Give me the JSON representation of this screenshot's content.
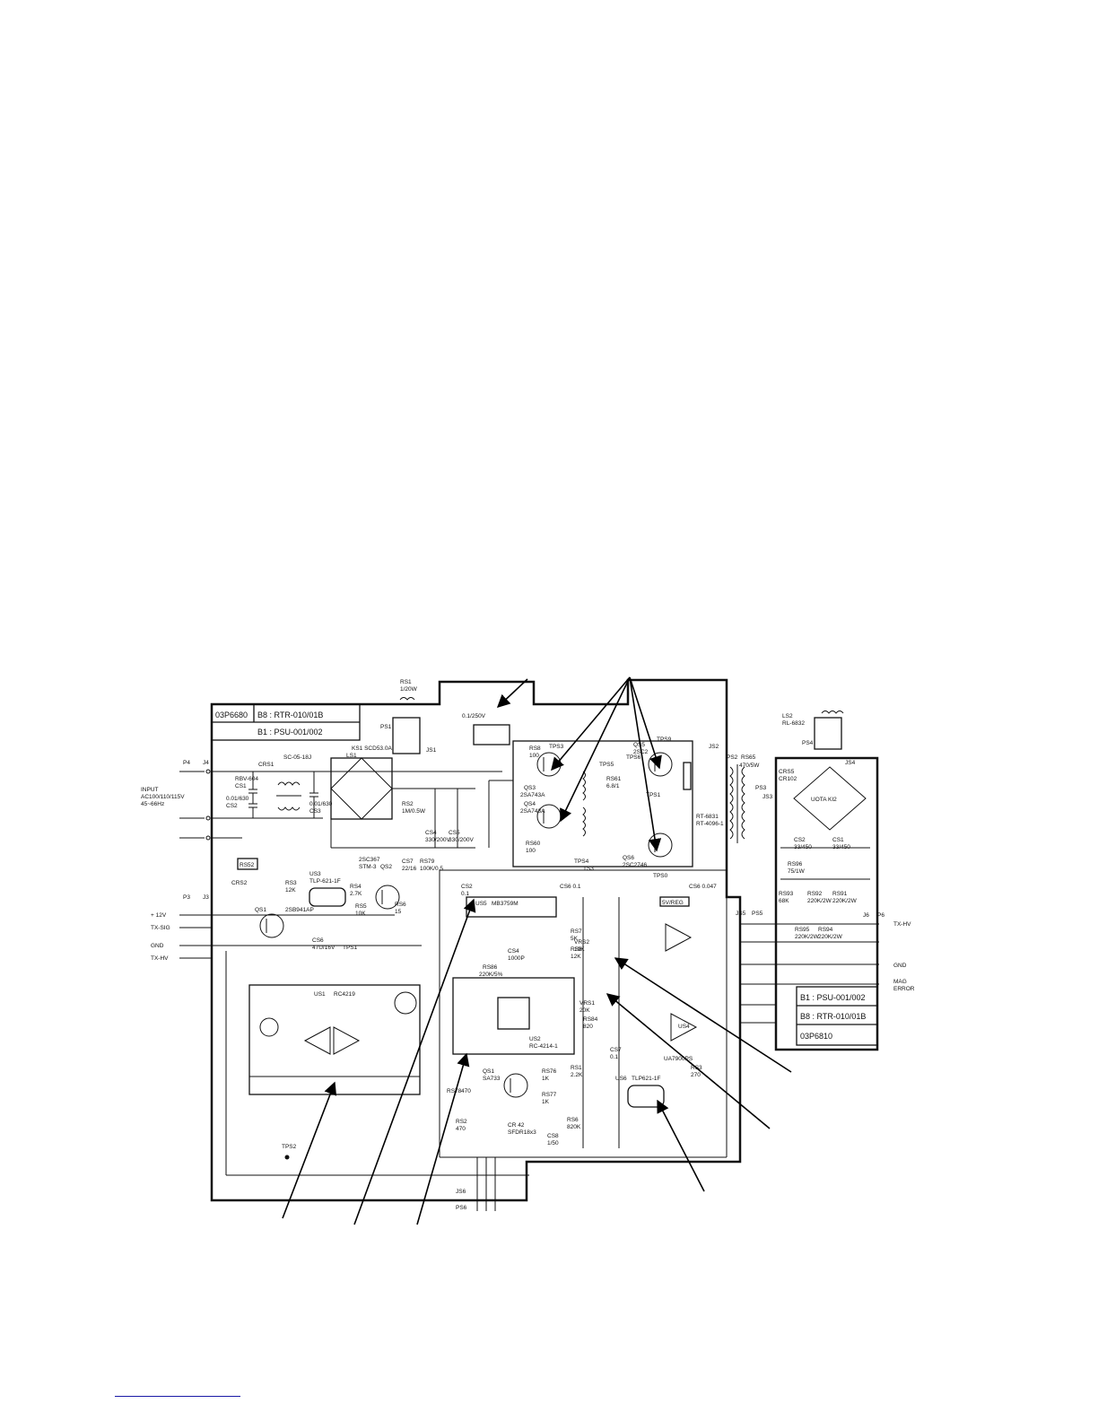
{
  "board_left": {
    "drawing_no": "03P6680",
    "variant_a": "B8 : RTR-010/01B",
    "variant_b": "B1 : PSU-001/002"
  },
  "board_right": {
    "drawing_no": "03P6810",
    "variant_a": "B1 : PSU-001/002",
    "variant_b": "B8 : RTR-010/01B"
  },
  "connectors": {
    "p4": "P4",
    "j4": "J4",
    "p3": "P3",
    "j3": "J3",
    "ps1": "PS1",
    "js1": "JS1",
    "js2": "JS2",
    "ps2": "PS2",
    "ps3": "PS3",
    "js3": "JS3",
    "ps4": "PS4",
    "js4": "JS4",
    "js5": "JS5",
    "ps5": "PS5",
    "j6": "J6",
    "p6": "P6",
    "js6": "JS6",
    "ps6": "PS6"
  },
  "input_label": [
    "INPUT",
    "AC100/110/115V",
    "45~66Hz"
  ],
  "left_terminals": [
    "+ 12V",
    "TX-SIG",
    "GND",
    "TX-HV"
  ],
  "right_terminals": [
    "TX-HV",
    "GND",
    "MAG",
    "ERROR"
  ],
  "components": [
    {
      "id": "rs1",
      "text": "RS1"
    },
    {
      "id": "rs1v",
      "text": "1/20W"
    },
    {
      "id": "ks1",
      "text": "KS1 SCD53.0A"
    },
    {
      "id": "ls1",
      "text": "LS1"
    },
    {
      "id": "ls1v",
      "text": "SC-05-18J"
    },
    {
      "id": "crs1",
      "text": "CRS1"
    },
    {
      "id": "crs1v",
      "text": "RBV-604"
    },
    {
      "id": "cs1",
      "text": "CS1"
    },
    {
      "id": "cs1v",
      "text": "0.01/630"
    },
    {
      "id": "cs2",
      "text": "CS2"
    },
    {
      "id": "cs2v",
      "text": "0.01/630"
    },
    {
      "id": "cs3",
      "text": "CS3"
    },
    {
      "id": "cs3v",
      "text": "0.1/250V"
    },
    {
      "id": "rs2",
      "text": "RS2"
    },
    {
      "id": "rs2v",
      "text": "1M/0.5W"
    },
    {
      "id": "cs4",
      "text": "CS4"
    },
    {
      "id": "cs4v",
      "text": "330/200V"
    },
    {
      "id": "cs5",
      "text": "CS5"
    },
    {
      "id": "cs5v",
      "text": "330/200V"
    },
    {
      "id": "rs58",
      "text": "RS8"
    },
    {
      "id": "rs58v",
      "text": "100"
    },
    {
      "id": "tps3",
      "text": "TPS3"
    },
    {
      "id": "qs3",
      "text": "QS3"
    },
    {
      "id": "qs3v",
      "text": "2SA743A"
    },
    {
      "id": "qs4",
      "text": "QS4"
    },
    {
      "id": "qs4v",
      "text": "2SA743A"
    },
    {
      "id": "rs60",
      "text": "RS60"
    },
    {
      "id": "rs60v",
      "text": "100"
    },
    {
      "id": "tps4",
      "text": "TPS4"
    },
    {
      "id": "tps5",
      "text": "TPS5"
    },
    {
      "id": "rs61",
      "text": "RS61"
    },
    {
      "id": "rs61v",
      "text": "6.8/1"
    },
    {
      "id": "qs5",
      "text": "QS5"
    },
    {
      "id": "qs5v",
      "text": "2SC2"
    },
    {
      "id": "tps9",
      "text": "TPS9"
    },
    {
      "id": "tps6",
      "text": "TPS6"
    },
    {
      "id": "qs6",
      "text": "QS6"
    },
    {
      "id": "qs6v",
      "text": "2SC2746"
    },
    {
      "id": "tps0",
      "text": "TPS0"
    },
    {
      "id": "tps1",
      "text": "TPS1"
    },
    {
      "id": "ts3",
      "text": "TS3"
    },
    {
      "id": "ts3v",
      "text": "RT-6831"
    },
    {
      "id": "rt4096",
      "text": "RT-4096-1"
    },
    {
      "id": "rs65",
      "text": "RS65"
    },
    {
      "id": "rs65v",
      "text": "470/5W"
    },
    {
      "id": "ls2",
      "text": "LS2"
    },
    {
      "id": "ls2v",
      "text": "RL-6832"
    },
    {
      "id": "crs5",
      "text": "CRS5"
    },
    {
      "id": "crs5v",
      "text": "CR102"
    },
    {
      "id": "bridge2",
      "text": "UOTA KI2"
    },
    {
      "id": "cs2b",
      "text": "CS2"
    },
    {
      "id": "cs2bv",
      "text": "33/450"
    },
    {
      "id": "cs1b",
      "text": "CS1"
    },
    {
      "id": "cs1bv",
      "text": "33/450"
    },
    {
      "id": "rs93",
      "text": "RS93"
    },
    {
      "id": "rs93v",
      "text": "68K"
    },
    {
      "id": "rs92",
      "text": "RS92"
    },
    {
      "id": "rs92v",
      "text": "220K/2W"
    },
    {
      "id": "rs91",
      "text": "RS91"
    },
    {
      "id": "rs91v",
      "text": "220K/2W"
    },
    {
      "id": "rs95",
      "text": "RS95"
    },
    {
      "id": "rs95v",
      "text": "220K/2W"
    },
    {
      "id": "rs94",
      "text": "RS94"
    },
    {
      "id": "rs94v",
      "text": "220K/2W"
    },
    {
      "id": "rs96",
      "text": "RS96"
    },
    {
      "id": "rs96v",
      "text": "75/1W"
    },
    {
      "id": "rs52",
      "text": "RS52"
    },
    {
      "id": "crs2",
      "text": "CRS2"
    },
    {
      "id": "rs53",
      "text": "RS3"
    },
    {
      "id": "rs53v",
      "text": "12K"
    },
    {
      "id": "us3",
      "text": "US3"
    },
    {
      "id": "us3v",
      "text": "TLP-621-1F"
    },
    {
      "id": "qs7",
      "text": "2SC367"
    },
    {
      "id": "qs7v",
      "text": "STM-3"
    },
    {
      "id": "qs2",
      "text": "QS2"
    },
    {
      "id": "rs54",
      "text": "RS4"
    },
    {
      "id": "rs54v",
      "text": "2.7K"
    },
    {
      "id": "rs55",
      "text": "RS5"
    },
    {
      "id": "rs55v",
      "text": "10K"
    },
    {
      "id": "rs56",
      "text": "RS6"
    },
    {
      "id": "rs56v",
      "text": "15"
    },
    {
      "id": "cs7",
      "text": "CS7"
    },
    {
      "id": "cs7v",
      "text": "22/16"
    },
    {
      "id": "rs79",
      "text": "RS79"
    },
    {
      "id": "rs79v",
      "text": "100K/0.5"
    },
    {
      "id": "qs1",
      "text": "QS1"
    },
    {
      "id": "qs1v",
      "text": "2SB941AP"
    },
    {
      "id": "cs6",
      "text": "CS6"
    },
    {
      "id": "cs6v",
      "text": "47U/16V"
    },
    {
      "id": "tps1b",
      "text": "TPS1"
    },
    {
      "id": "us1",
      "text": "US1"
    },
    {
      "id": "us1v",
      "text": "RC4219"
    },
    {
      "id": "tps2",
      "text": "TPS2"
    },
    {
      "id": "cs62",
      "text": "CS2"
    },
    {
      "id": "cs62v",
      "text": "0.1"
    },
    {
      "id": "us5",
      "text": "US5"
    },
    {
      "id": "us5v",
      "text": "MB3759M"
    },
    {
      "id": "cs66",
      "text": "CS6 0.1"
    },
    {
      "id": "cs65",
      "text": "CS6 0.047"
    },
    {
      "id": "cs64",
      "text": "CS4"
    },
    {
      "id": "cs64v",
      "text": "1000P"
    },
    {
      "id": "rs86",
      "text": "RS86"
    },
    {
      "id": "rs86v",
      "text": "220K/5%"
    },
    {
      "id": "rs57",
      "text": "RS7"
    },
    {
      "id": "rs57v",
      "text": "5K"
    },
    {
      "id": "rs58b",
      "text": "RS8"
    },
    {
      "id": "rs58bv",
      "text": "12K"
    },
    {
      "id": "vrs2",
      "text": "VRS2"
    },
    {
      "id": "vrs2v",
      "text": "10K"
    },
    {
      "id": "vrs1",
      "text": "VRS1"
    },
    {
      "id": "vrs1v",
      "text": "20K"
    },
    {
      "id": "rs84",
      "text": "RS84"
    },
    {
      "id": "rs84v",
      "text": "820"
    },
    {
      "id": "vr3",
      "text": "5V/REG"
    },
    {
      "id": "us2",
      "text": "US2"
    },
    {
      "id": "us2v",
      "text": "RC-4214-1"
    },
    {
      "id": "us7",
      "text": "UA7900PS"
    },
    {
      "id": "us4",
      "text": "US4"
    },
    {
      "id": "us6",
      "text": "US6"
    },
    {
      "id": "us6v",
      "text": "TLP621-1F"
    },
    {
      "id": "cs67",
      "text": "CS7"
    },
    {
      "id": "cs67v",
      "text": "0.1"
    },
    {
      "id": "rs83",
      "text": "RS3"
    },
    {
      "id": "rs83v",
      "text": "270"
    },
    {
      "id": "qs1b",
      "text": "QS1"
    },
    {
      "id": "qs1bv",
      "text": "SA733"
    },
    {
      "id": "rs78",
      "text": "RS78"
    },
    {
      "id": "rs78v",
      "text": "470"
    },
    {
      "id": "rs82",
      "text": "RS2"
    },
    {
      "id": "rs82v",
      "text": "470"
    },
    {
      "id": "rs76",
      "text": "RS76"
    },
    {
      "id": "rs76v",
      "text": "1K"
    },
    {
      "id": "rs77",
      "text": "RS77"
    },
    {
      "id": "rs77v",
      "text": "1K"
    },
    {
      "id": "rs81",
      "text": "RS1"
    },
    {
      "id": "rs81v",
      "text": "2.2K"
    },
    {
      "id": "crs42",
      "text": "CR 42"
    },
    {
      "id": "crs42v",
      "text": "SFDR18x3"
    },
    {
      "id": "cs68",
      "text": "CS8"
    },
    {
      "id": "cs68v",
      "text": "1/50"
    },
    {
      "id": "rs56b",
      "text": "RS6"
    },
    {
      "id": "rs56bv",
      "text": "820K"
    }
  ]
}
